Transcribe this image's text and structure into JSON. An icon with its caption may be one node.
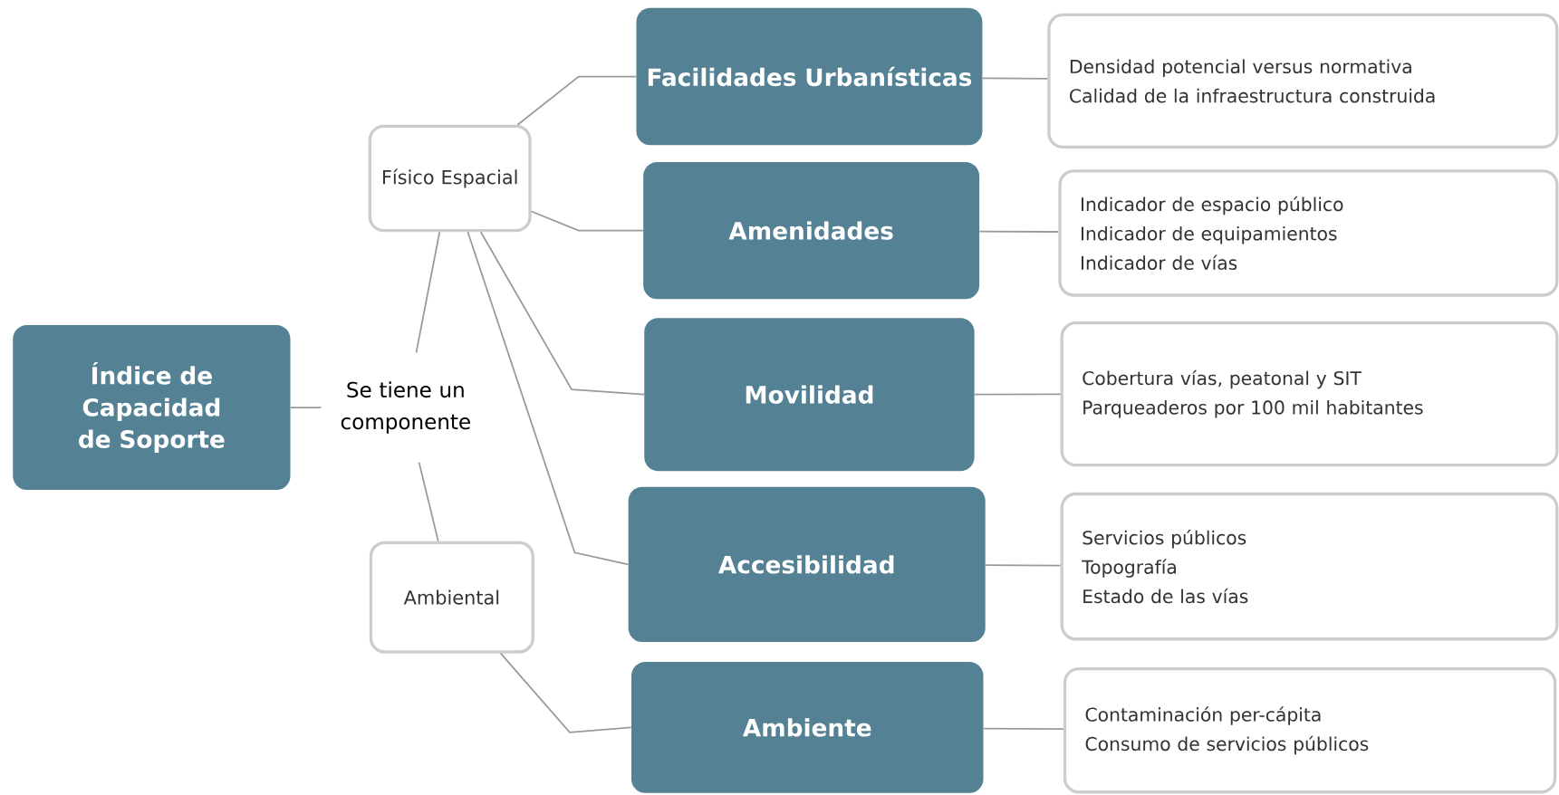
{
  "diagram": {
    "nodes": [
      {
        "text": [
          "Índice de Capacidad de Soporte"
        ]
      },
      {
        "text": [
          "Se tiene un componente"
        ]
      },
      {
        "text": [
          "Físico Espacial"
        ]
      },
      {
        "text": [
          "Ambiental"
        ]
      },
      {
        "text": [
          "Facilidades Urbanísticas"
        ]
      },
      {
        "text": [
          "Amenidades"
        ]
      },
      {
        "text": [
          "Movilidad"
        ]
      },
      {
        "text": [
          "Accesibilidad"
        ]
      },
      {
        "text": [
          "Ambiente"
        ]
      },
      {
        "text": [
          "Densidad potencial versus normativa",
          "Calidad de la infraestructura construida"
        ]
      },
      {
        "text": [
          "Indicador de espacio público",
          "Indicador de equipamientos",
          "Indicador de vías"
        ]
      },
      {
        "text": [
          "Cobertura vías, peatonal y SIT",
          "Parqueaderos por 100 mil habitantes"
        ]
      },
      {
        "text": [
          "Servicios públicos",
          "Topografía",
          "Estado de las vías"
        ]
      },
      {
        "text": [
          "Contaminación per-cápita",
          "Consumo de servicios públicos"
        ]
      }
    ],
    "edges": [
      {
        "from": 0,
        "to": 1,
        "arrow": "none"
      },
      {
        "from": 1,
        "to": 2,
        "arrow": "none"
      },
      {
        "from": 1,
        "to": 3,
        "arrow": "none"
      },
      {
        "from": 2,
        "to": 4,
        "arrow": "none"
      },
      {
        "from": 2,
        "to": 5,
        "arrow": "none"
      },
      {
        "from": 2,
        "to": 6,
        "arrow": "none"
      },
      {
        "from": 2,
        "to": 7,
        "arrow": "none"
      },
      {
        "from": 3,
        "to": 8,
        "arrow": "none"
      },
      {
        "from": 4,
        "to": 9,
        "arrow": "none"
      },
      {
        "from": 5,
        "to": 10,
        "arrow": "none"
      },
      {
        "from": 6,
        "to": 11,
        "arrow": "none"
      },
      {
        "from": 7,
        "to": 12,
        "arrow": "none"
      },
      {
        "from": 8,
        "to": 13,
        "arrow": "none"
      }
    ]
  }
}
